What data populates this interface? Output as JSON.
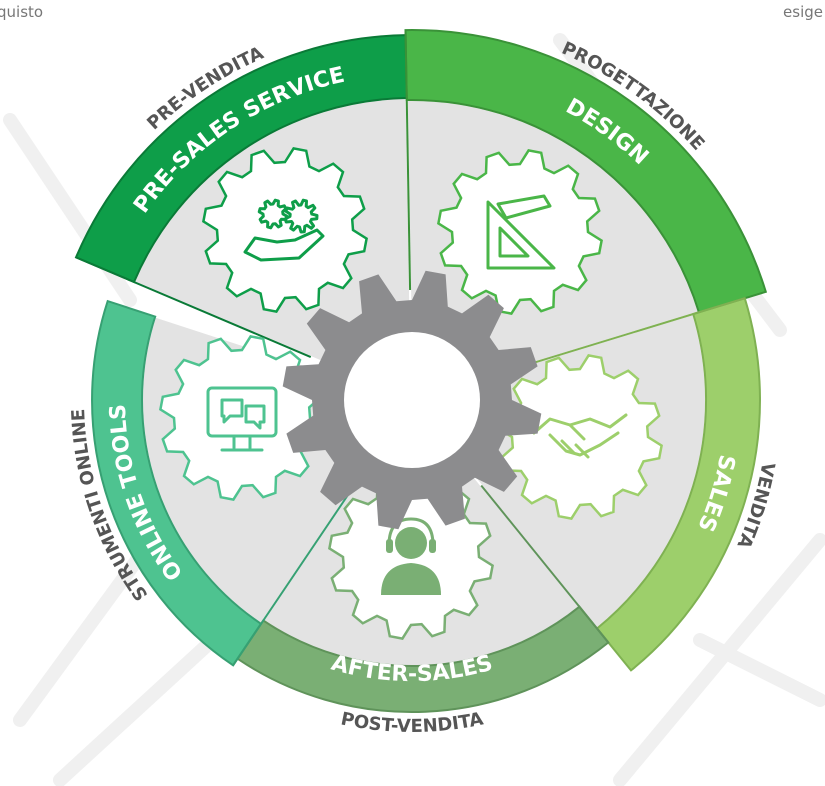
{
  "corner_text": {
    "left": "quisto",
    "right": "esige"
  },
  "colors": {
    "panel": "#e3e3e3",
    "hub_gear": "#8c8c8e",
    "hub_center": "#ffffff",
    "outer_label": "#555555",
    "inner_label": "#ffffff",
    "background_sketch": "#f0f0f0"
  },
  "segments": [
    {
      "id": "pre-sales",
      "inner_label": "PRE-SALES SERVICE",
      "outer_label": "PRE-VENDITA",
      "color": "#0e9e49",
      "edge": "#0a7a37",
      "icon": "hand-with-gears-icon"
    },
    {
      "id": "design",
      "inner_label": "DESIGN",
      "outer_label": "PROGETTAZIONE",
      "color": "#4ab648",
      "edge": "#3a9238",
      "icon": "ruler-triangle-pencil-icon"
    },
    {
      "id": "sales",
      "inner_label": "SALES",
      "outer_label": "VENDITA",
      "color": "#9dcf6b",
      "edge": "#7fb152",
      "icon": "handshake-icon"
    },
    {
      "id": "after-sales",
      "inner_label": "AFTER-SALES",
      "outer_label": "POST-VENDITA",
      "color": "#7aaf74",
      "edge": "#5f935a",
      "icon": "support-headset-icon"
    },
    {
      "id": "online-tools",
      "inner_label": "ONLINE TOOLS",
      "outer_label": "STRUMENTI ONLINE",
      "color": "#4ec390",
      "edge": "#37a073",
      "icon": "monitor-chat-icon"
    }
  ]
}
